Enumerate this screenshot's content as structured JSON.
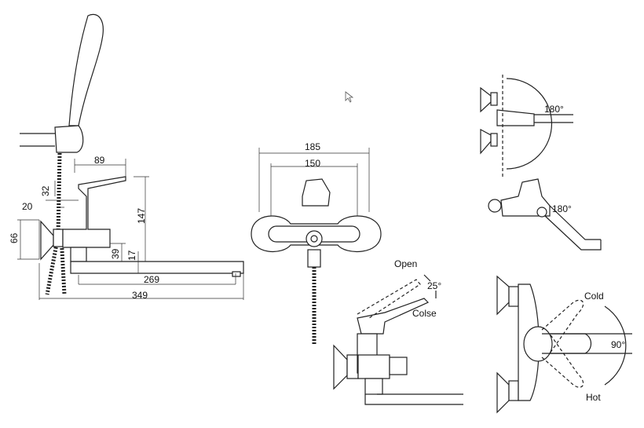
{
  "side_view": {
    "dim_89": "89",
    "dim_32": "32",
    "dim_20": "20",
    "dim_66": "66",
    "dim_147": "147",
    "dim_39": "39",
    "dim_17": "17",
    "dim_269": "269",
    "dim_349": "349"
  },
  "front_view": {
    "dim_185": "185",
    "dim_150": "150"
  },
  "top_rotation": {
    "angle": "180°"
  },
  "spout_rotation": {
    "angle": "180°"
  },
  "lever_lift": {
    "open": "Open",
    "angle": "25°",
    "close": "Colse"
  },
  "lever_temp": {
    "cold": "Cold",
    "angle": "90°",
    "hot": "Hot"
  }
}
